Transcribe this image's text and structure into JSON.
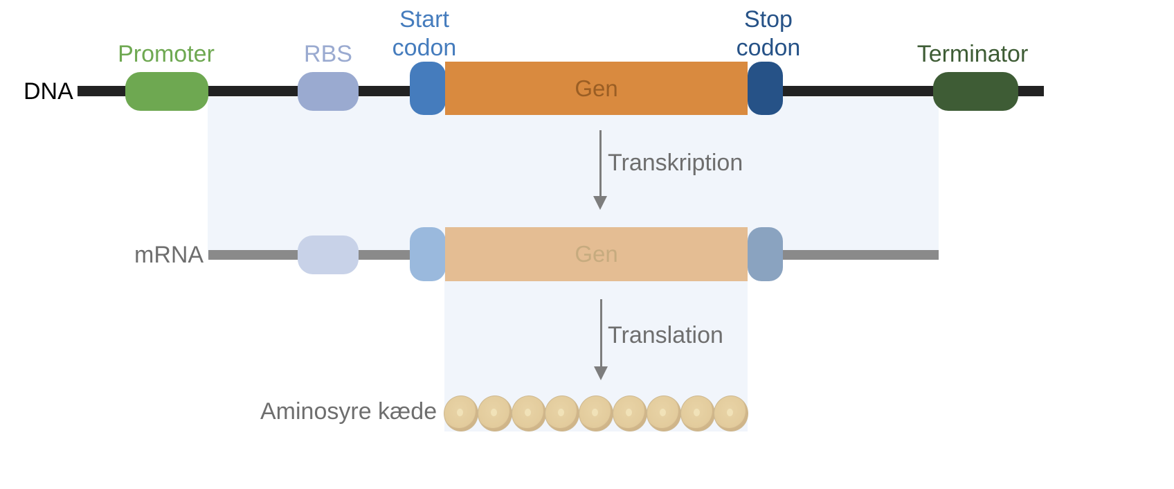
{
  "diagram": {
    "rows": {
      "dna": {
        "label": "DNA"
      },
      "mrna": {
        "label": "mRNA"
      },
      "protein": {
        "label": "Aminosyre kæde",
        "bead_count": 9
      }
    },
    "dna_elements": {
      "promoter": {
        "label": "Promoter",
        "color": "#6ea851"
      },
      "rbs": {
        "label": "RBS",
        "color": "#9aaad0"
      },
      "start_codon": {
        "label_line1": "Start",
        "label_line2": "codon",
        "color": "#457cbd"
      },
      "gene": {
        "label": "Gen",
        "color": "#d98a3f",
        "text_color": "#9a5e24"
      },
      "stop_codon": {
        "label_line1": "Stop",
        "label_line2": "codon",
        "color": "#265287"
      },
      "terminator": {
        "label": "Terminator",
        "color": "#3e5c35"
      }
    },
    "mrna_elements": {
      "rbs": {
        "color": "#c8d2e8"
      },
      "start_codon": {
        "color": "#9ab9dd"
      },
      "gene": {
        "label": "Gen",
        "color": "#e4bd93",
        "text_color": "#c6ab7f"
      },
      "stop_codon": {
        "color": "#8aa3c0"
      }
    },
    "processes": {
      "transcription": {
        "label": "Transkription"
      },
      "translation": {
        "label": "Translation"
      }
    },
    "colors": {
      "dna_line": "#222222",
      "mrna_line": "#8a8a8a",
      "panel": "#f1f5fb",
      "arrow": "#7d7d7d",
      "grey_text": "#6e6e6e"
    }
  }
}
